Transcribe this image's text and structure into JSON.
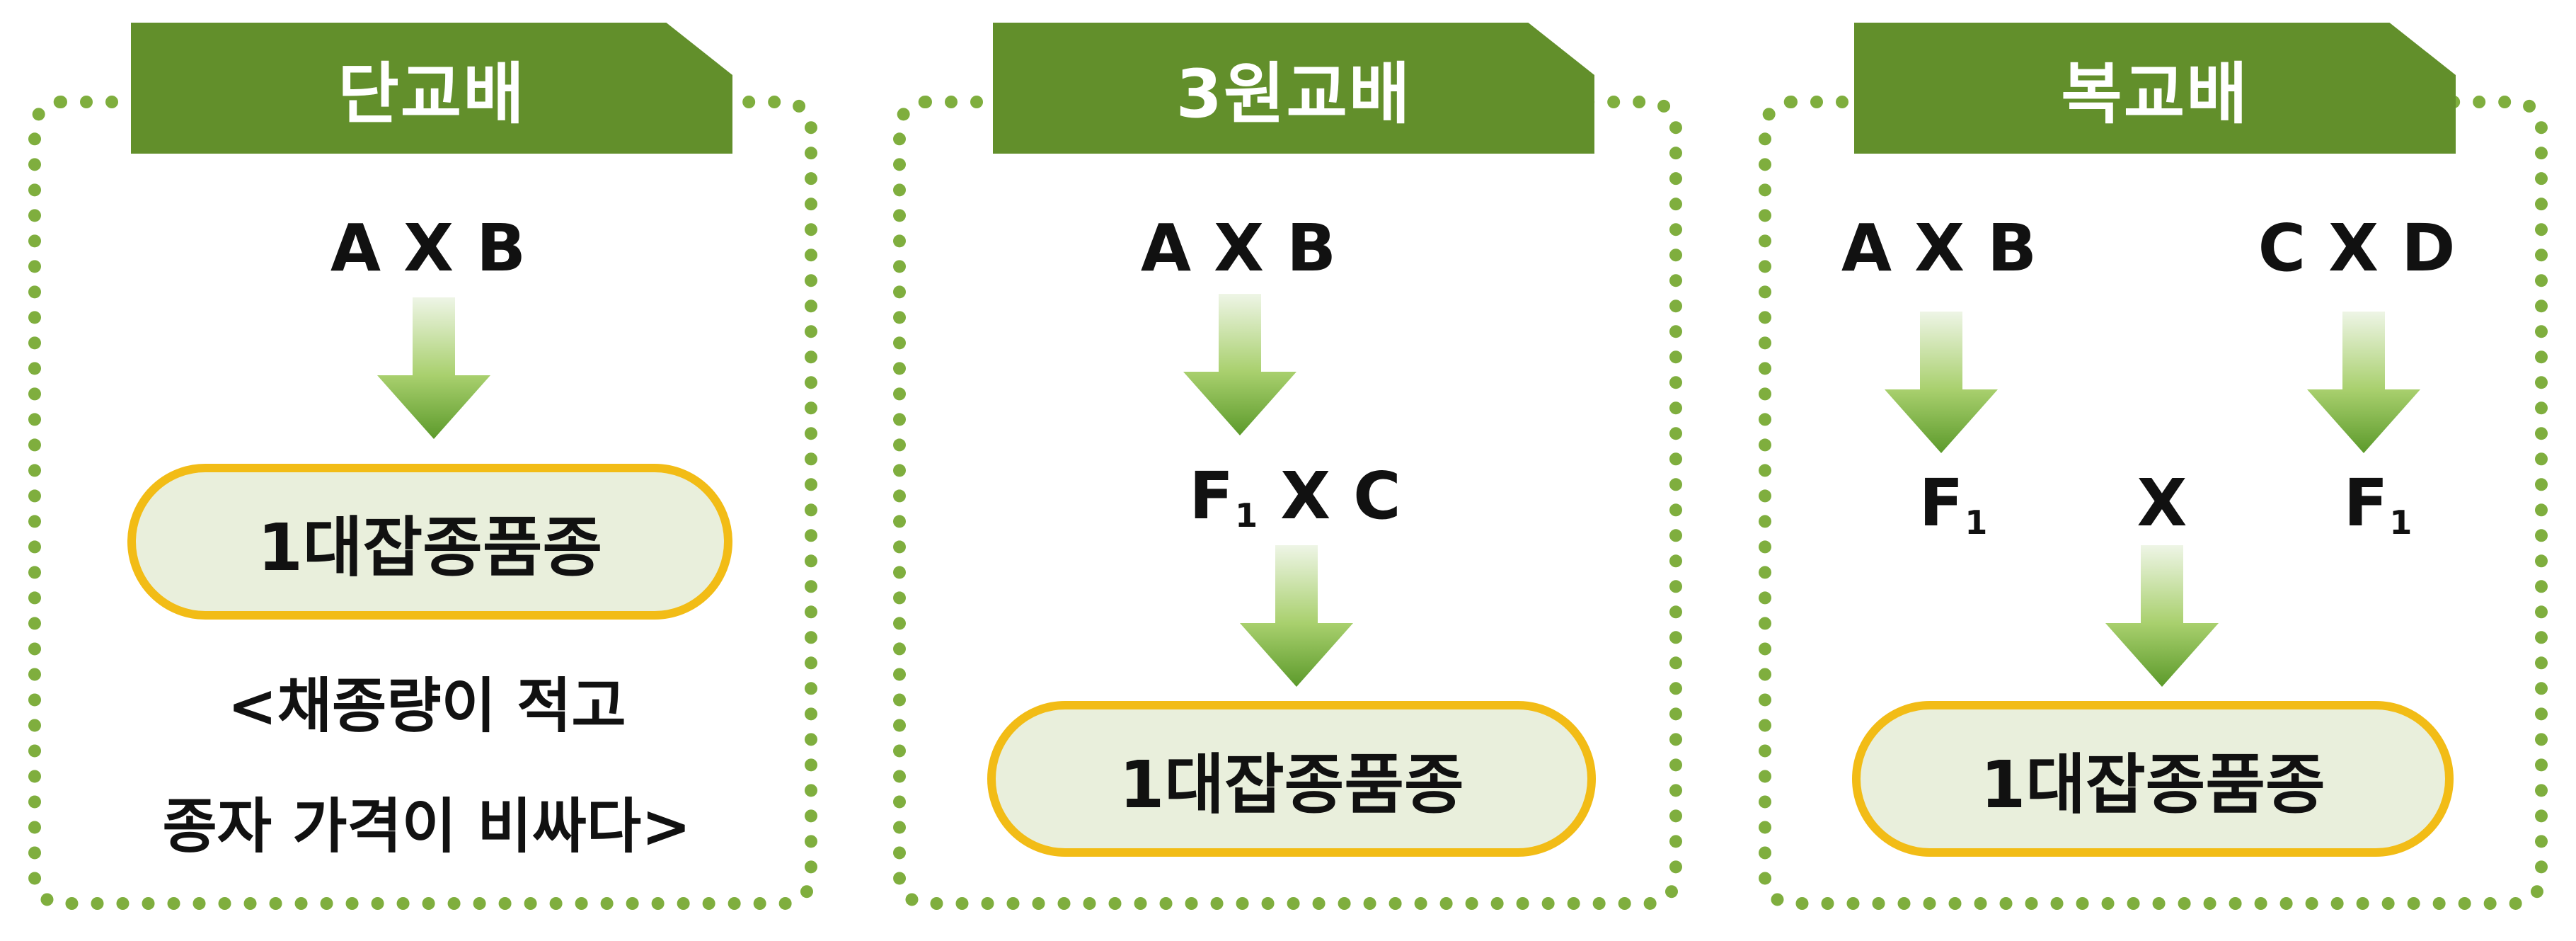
{
  "panels": [
    {
      "title": "단교배",
      "cross": "A X B",
      "result": "1대잡종품종",
      "note_line1": "<채종량이 적고",
      "note_line2": "종자 가격이 비싸다>"
    },
    {
      "title": "3원교배",
      "cross": "A X B",
      "f1_label": "F",
      "f1_sub": "1",
      "second_cross": "X C",
      "result": "1대잡종품종"
    },
    {
      "title": "복교배",
      "cross_left": "A X B",
      "cross_right": "C X D",
      "f1_label": "F",
      "f1_sub": "1",
      "middle_x": "X",
      "result": "1대잡종품종"
    }
  ],
  "colors": {
    "tab": "#628f2b",
    "border_dots": "#7fae3e",
    "pill_border": "#f2bc16",
    "pill_fill": "#e9efdc",
    "arrow_top": "#eef5e6",
    "arrow_bottom": "#5c9a2b"
  }
}
